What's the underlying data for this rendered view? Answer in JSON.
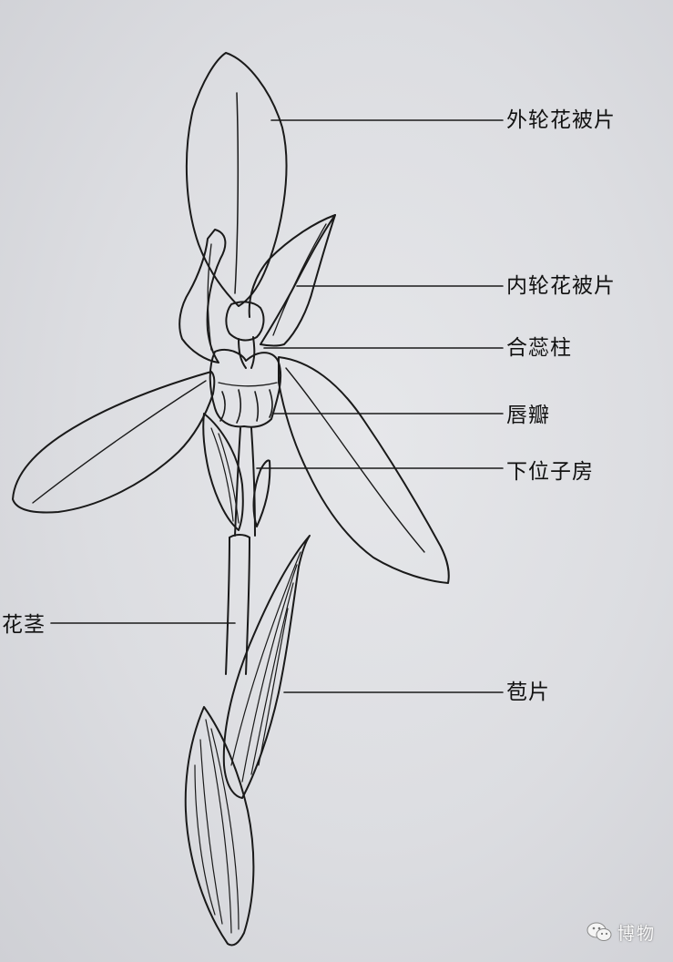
{
  "labels": {
    "outer_tepal": "外轮花被片",
    "inner_tepal": "内轮花被片",
    "column": "合蕊柱",
    "lip": "唇瓣",
    "ovary": "下位子房",
    "stem": "花茎",
    "bract": "苞片"
  },
  "watermark": {
    "text": "博物",
    "icon": "wechat-icon"
  },
  "colors": {
    "paper": "#dcdde1",
    "ink": "#1a1a1a"
  }
}
